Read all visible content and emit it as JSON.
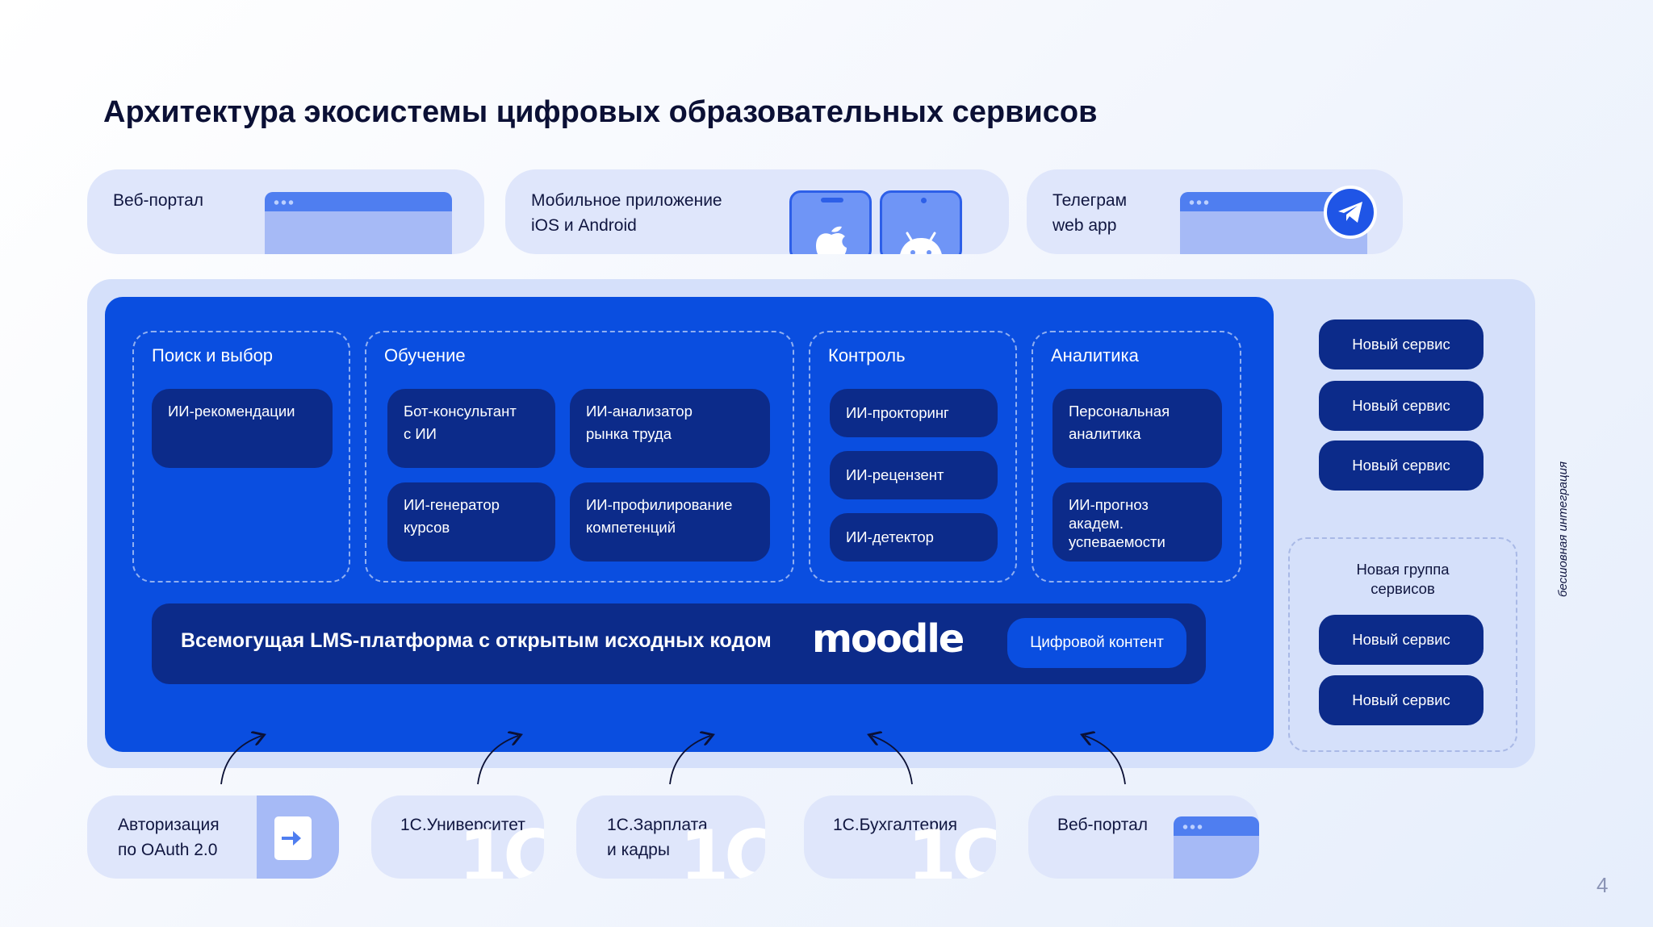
{
  "title": "Архитектура экосистемы цифровых образовательных сервисов",
  "top_cards": {
    "web_portal": "Веб-портал",
    "mobile_app": "Мобильное приложение\niOS и Android",
    "telegram": "Телеграм\nweb app"
  },
  "groups": {
    "search": {
      "title": "Поиск и выбор",
      "items": [
        "ИИ-рекомендации"
      ]
    },
    "learning": {
      "title": "Обучение",
      "items": [
        "Бот-консультант\nс ИИ",
        "ИИ-анализатор\nрынка труда",
        "ИИ-генератор\nкурсов",
        "ИИ-профилирование\nкомпетенций"
      ]
    },
    "control": {
      "title": "Контроль",
      "items": [
        "ИИ-прокторинг",
        "ИИ-рецензент",
        "ИИ-детектор"
      ]
    },
    "analytics": {
      "title": "Аналитика",
      "items": [
        "Персональная\nаналитика",
        "ИИ-прогноз\nакадем.\nуспеваемости"
      ]
    }
  },
  "lms": {
    "text": "Всемогущая LMS-платформа с открытым исходных кодом",
    "logo": "moodle",
    "digital_content": "Цифровой контент"
  },
  "new_services": {
    "label": "Новый сервис",
    "group_title": "Новая группа\nсервисов"
  },
  "side_caption": "бесшовная интеграция",
  "bottom_cards": {
    "oauth": "Авторизация\nпо OAuth 2.0",
    "university": "1С.Университет",
    "salary": "1С.Зарплата\nи кадры",
    "accounting": "1С.Бухгалтерия",
    "web_portal": "Веб-портал"
  },
  "page_number": "4",
  "colors": {
    "main_blue": "#0a4ee0",
    "dark_navy": "#0c2b8a",
    "light_card": "#dfe6fb",
    "outer_panel": "#d5e0fa"
  }
}
